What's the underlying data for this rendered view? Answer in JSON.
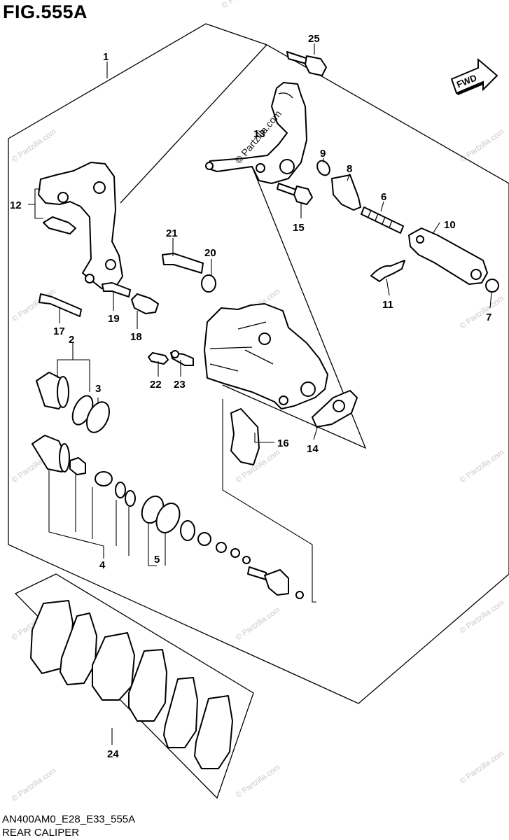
{
  "header": {
    "figure": "FIG.555A",
    "fwd_label": "FWD"
  },
  "footer": {
    "code": "AN400AM0_E28_E33_555A",
    "name": "REAR CALIPER"
  },
  "watermark": "© Partzilla.com",
  "callouts": {
    "c1": "1",
    "c2": "2",
    "c3": "3",
    "c4": "4",
    "c5": "5",
    "c6": "6",
    "c7": "7",
    "c8": "8",
    "c9": "9",
    "c10": "10",
    "c11": "11",
    "c12": "12",
    "c13": "13",
    "c14": "14",
    "c15": "15",
    "c16": "16",
    "c17": "17",
    "c18": "18",
    "c19": "19",
    "c20": "20",
    "c21": "21",
    "c22": "22",
    "c23": "23",
    "c24": "24",
    "c25": "25"
  }
}
